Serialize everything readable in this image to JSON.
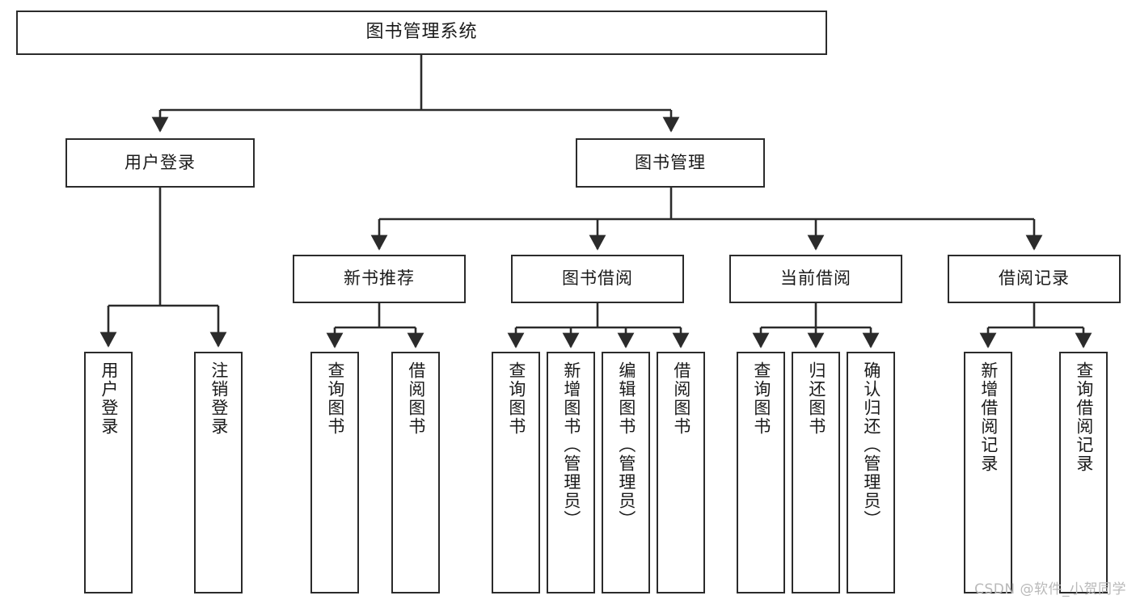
{
  "diagram": {
    "title": "图书管理系统",
    "watermark": "CSDN @软件_小贺同学",
    "root": {
      "label": "图书管理系统"
    },
    "level2": [
      {
        "label": "用户登录"
      },
      {
        "label": "图书管理"
      }
    ],
    "level3": [
      {
        "label": "新书推荐"
      },
      {
        "label": "图书借阅"
      },
      {
        "label": "当前借阅"
      },
      {
        "label": "借阅记录"
      }
    ],
    "leaves": {
      "user_login": [
        {
          "label": "用户登录"
        },
        {
          "label": "注销登录"
        }
      ],
      "new_book_recommend": [
        {
          "label": "查询图书"
        },
        {
          "label": "借阅图书"
        }
      ],
      "book_borrow": [
        {
          "label": "查询图书"
        },
        {
          "label": "新增图书（管理员）"
        },
        {
          "label": "编辑图书（管理员）"
        },
        {
          "label": "借阅图书"
        }
      ],
      "current_borrow": [
        {
          "label": "查询图书"
        },
        {
          "label": "归还图书"
        },
        {
          "label": "确认归还（管理员）"
        }
      ],
      "borrow_record": [
        {
          "label": "新增借阅记录"
        },
        {
          "label": "查询借阅记录"
        }
      ]
    },
    "colors": {
      "stroke": "#2b2b2b",
      "box_fill": "#ffffff",
      "text": "#1a1a1a",
      "watermark": "#b9b9b9"
    }
  }
}
